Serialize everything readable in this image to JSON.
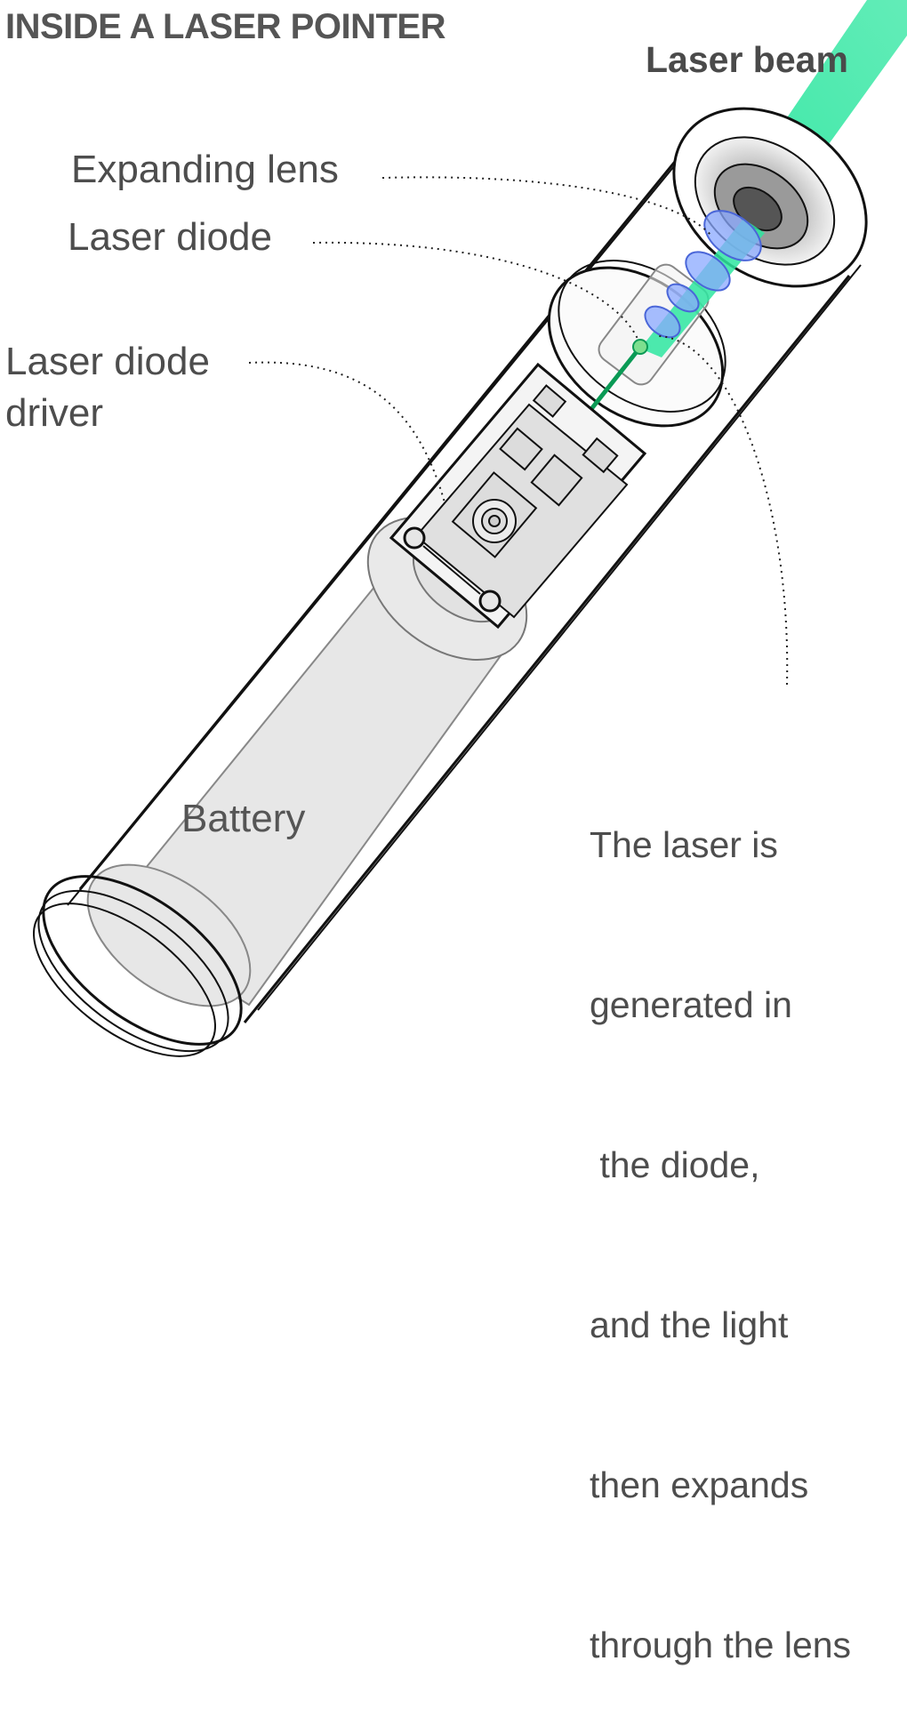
{
  "title": "INSIDE A LASER POINTER",
  "labels": {
    "laser_beam": "Laser beam",
    "expanding_lens": "Expanding lens",
    "laser_diode": "Laser diode",
    "laser_diode_driver_line1": "Laser diode",
    "laser_diode_driver_line2": "driver",
    "battery": "Battery"
  },
  "caption_lines": [
    "The laser is",
    "generated in",
    " the diode,",
    "and the light",
    "then expands",
    "through the lens"
  ],
  "colors": {
    "beam": "#2ee6a0",
    "lens": "#8aa8ff",
    "diode": "#0a9a55",
    "outline": "#111111",
    "text": "#4d4d4d"
  }
}
